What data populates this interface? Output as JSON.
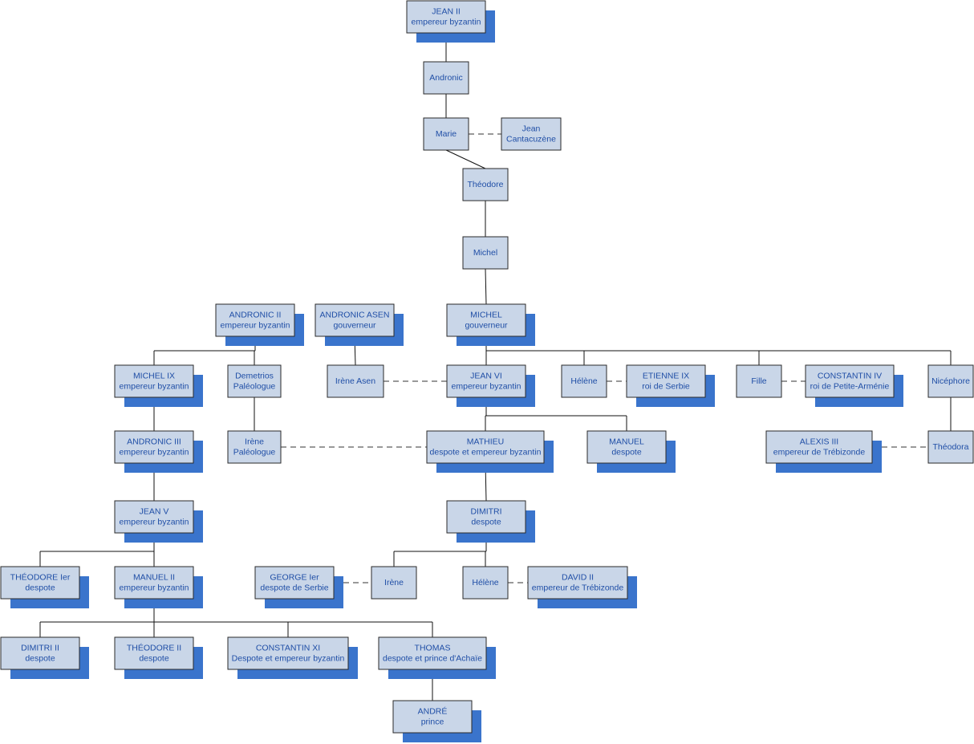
{
  "colors": {
    "box_fill": "#c9d6e8",
    "shadow": "#3a74cc",
    "text": "#1f4ea6",
    "line": "#111111"
  },
  "nodes": [
    {
      "id": "jean2",
      "lines": [
        "JEAN II",
        "empereur byzantin"
      ],
      "rank": "emperor"
    },
    {
      "id": "andronic",
      "lines": [
        "Andronic"
      ]
    },
    {
      "id": "marie",
      "lines": [
        "Marie"
      ]
    },
    {
      "id": "jean_cantacuzene",
      "lines": [
        "Jean",
        "Cantacuzène"
      ]
    },
    {
      "id": "theodore",
      "lines": [
        "Théodore"
      ]
    },
    {
      "id": "michel",
      "lines": [
        "Michel"
      ]
    },
    {
      "id": "andronic2",
      "lines": [
        "ANDRONIC II",
        "empereur byzantin"
      ],
      "rank": "emperor"
    },
    {
      "id": "andronic_asen",
      "lines": [
        "ANDRONIC ASEN",
        "gouverneur"
      ],
      "rank": "noble"
    },
    {
      "id": "michel_gouv",
      "lines": [
        "MICHEL",
        "gouverneur"
      ],
      "rank": "noble"
    },
    {
      "id": "michel9",
      "lines": [
        "MICHEL IX",
        "empereur byzantin"
      ],
      "rank": "emperor"
    },
    {
      "id": "demetrios",
      "lines": [
        "Demetrios",
        "Paléologue"
      ]
    },
    {
      "id": "irene_asen",
      "lines": [
        "Irène Asen"
      ]
    },
    {
      "id": "jean6",
      "lines": [
        "JEAN VI",
        "empereur byzantin"
      ],
      "rank": "emperor"
    },
    {
      "id": "helene1",
      "lines": [
        "Hélène"
      ]
    },
    {
      "id": "etienne9",
      "lines": [
        "ETIENNE IX",
        "roi de Serbie"
      ],
      "rank": "noble"
    },
    {
      "id": "fille",
      "lines": [
        "Fille"
      ]
    },
    {
      "id": "constantin4",
      "lines": [
        "CONSTANTIN IV",
        "roi de Petite-Arménie"
      ],
      "rank": "noble"
    },
    {
      "id": "nicephore",
      "lines": [
        "Nicéphore"
      ]
    },
    {
      "id": "andronic3",
      "lines": [
        "ANDRONIC III",
        "empereur byzantin"
      ],
      "rank": "emperor"
    },
    {
      "id": "irene_pal",
      "lines": [
        "Irène",
        "Paléologue"
      ]
    },
    {
      "id": "mathieu",
      "lines": [
        "MATHIEU",
        "despote et empereur byzantin"
      ],
      "rank": "emperor"
    },
    {
      "id": "manuel_desp",
      "lines": [
        "MANUEL",
        "despote"
      ],
      "rank": "noble"
    },
    {
      "id": "alexis3",
      "lines": [
        "ALEXIS III",
        "empereur de Trébizonde"
      ],
      "rank": "emperor"
    },
    {
      "id": "theodora",
      "lines": [
        "Théodora"
      ]
    },
    {
      "id": "jean5",
      "lines": [
        "JEAN V",
        "empereur byzantin"
      ],
      "rank": "emperor"
    },
    {
      "id": "dimitri",
      "lines": [
        "DIMITRI",
        "despote"
      ],
      "rank": "noble"
    },
    {
      "id": "theodore1",
      "lines": [
        "THÉODORE Ier",
        "despote"
      ],
      "rank": "noble"
    },
    {
      "id": "manuel2",
      "lines": [
        "MANUEL II",
        "empereur byzantin"
      ],
      "rank": "emperor"
    },
    {
      "id": "george1",
      "lines": [
        "GEORGE Ier",
        "despote de Serbie"
      ],
      "rank": "noble"
    },
    {
      "id": "irene2",
      "lines": [
        "Irène"
      ]
    },
    {
      "id": "helene2",
      "lines": [
        "Hélène"
      ]
    },
    {
      "id": "david2",
      "lines": [
        "DAVID II",
        "empereur de Trébizonde"
      ],
      "rank": "emperor"
    },
    {
      "id": "dimitri2",
      "lines": [
        "DIMITRI II",
        "despote"
      ],
      "rank": "noble"
    },
    {
      "id": "theodore2",
      "lines": [
        "THÉODORE II",
        "despote"
      ],
      "rank": "noble"
    },
    {
      "id": "constantin11",
      "lines": [
        "CONSTANTIN XI",
        "Despote et empereur byzantin"
      ],
      "rank": "emperor"
    },
    {
      "id": "thomas",
      "lines": [
        "THOMAS",
        "despote et prince d'Achaïe"
      ],
      "rank": "noble"
    },
    {
      "id": "andre",
      "lines": [
        "ANDRÉ",
        "prince"
      ],
      "rank": "noble"
    }
  ],
  "parent_links": [
    {
      "parent": "jean2",
      "children": [
        "andronic"
      ]
    },
    {
      "parent": "andronic",
      "children": [
        "marie"
      ]
    },
    {
      "parent": "marie",
      "children": [
        "theodore"
      ]
    },
    {
      "parent": "theodore",
      "children": [
        "michel"
      ]
    },
    {
      "parent": "michel",
      "children": [
        "michel_gouv"
      ]
    },
    {
      "parent": "andronic2",
      "children": [
        "michel9",
        "demetrios"
      ]
    },
    {
      "parent": "andronic_asen",
      "children": [
        "irene_asen"
      ]
    },
    {
      "parent": "michel_gouv",
      "children": [
        "jean6",
        "helene1",
        "fille",
        "nicephore"
      ]
    },
    {
      "parent": "michel9",
      "children": [
        "andronic3"
      ]
    },
    {
      "parent": "demetrios",
      "children": [
        "irene_pal"
      ]
    },
    {
      "parent": "jean6",
      "children": [
        "mathieu",
        "manuel_desp"
      ]
    },
    {
      "parent": "nicephore",
      "children": [
        "theodora"
      ]
    },
    {
      "parent": "andronic3",
      "children": [
        "jean5"
      ]
    },
    {
      "parent": "mathieu",
      "children": [
        "dimitri"
      ]
    },
    {
      "parent": "jean5",
      "children": [
        "theodore1",
        "manuel2"
      ]
    },
    {
      "parent": "dimitri",
      "children": [
        "irene2",
        "helene2"
      ]
    },
    {
      "parent": "manuel2",
      "children": [
        "dimitri2",
        "theodore2",
        "constantin11",
        "thomas"
      ]
    },
    {
      "parent": "thomas",
      "children": [
        "andre"
      ]
    }
  ],
  "marriages": [
    [
      "marie",
      "jean_cantacuzene"
    ],
    [
      "irene_asen",
      "jean6"
    ],
    [
      "helene1",
      "etienne9"
    ],
    [
      "fille",
      "constantin4"
    ],
    [
      "irene_pal",
      "mathieu"
    ],
    [
      "alexis3",
      "theodora"
    ],
    [
      "george1",
      "irene2"
    ],
    [
      "helene2",
      "david2"
    ]
  ]
}
